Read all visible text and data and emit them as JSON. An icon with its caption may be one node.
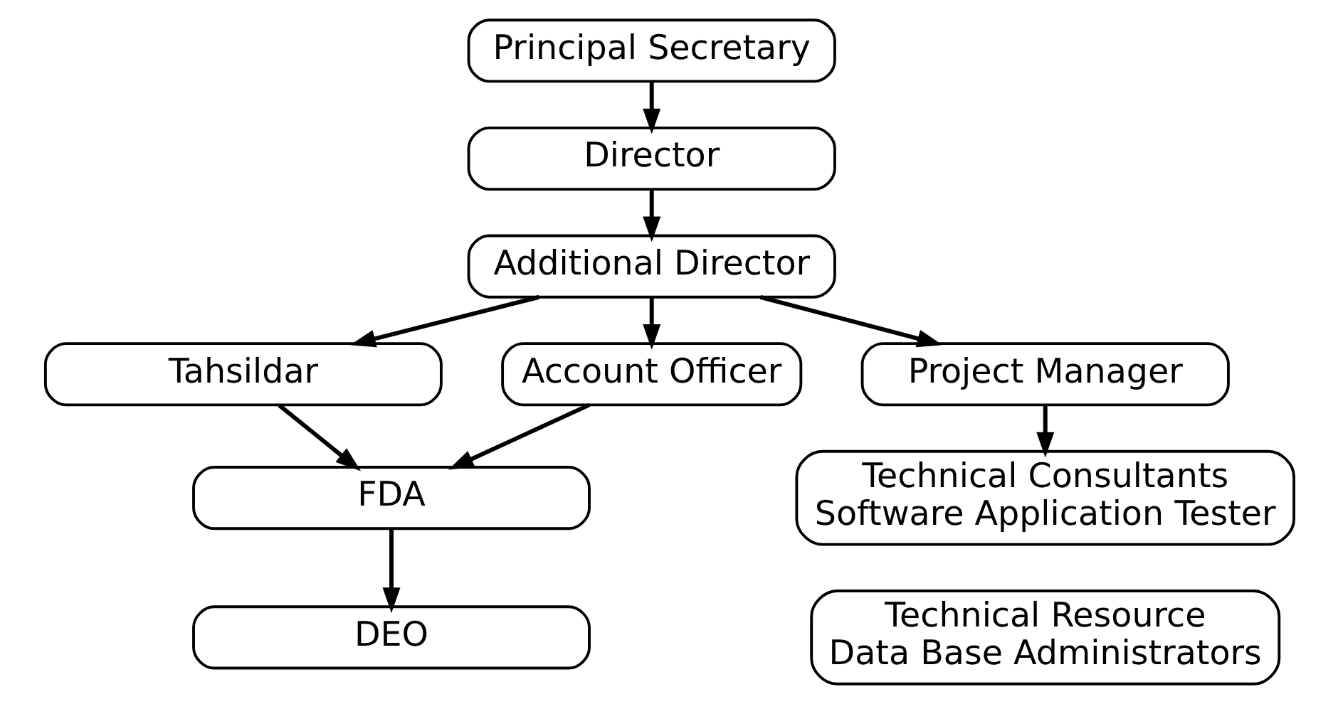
{
  "diagram": {
    "nodes": [
      {
        "text": [
          "Principal Secretary"
        ]
      },
      {
        "text": [
          "Director"
        ]
      },
      {
        "text": [
          "Additional Director"
        ]
      },
      {
        "text": [
          "Tahsildar"
        ]
      },
      {
        "text": [
          "Account Officer"
        ]
      },
      {
        "text": [
          "Project Manager"
        ]
      },
      {
        "text": [
          "FDA"
        ]
      },
      {
        "text": [
          "Technical Consultants",
          "Software Application Tester"
        ]
      },
      {
        "text": [
          "DEO"
        ]
      },
      {
        "text": [
          "Technical Resource",
          "Data Base Administrators"
        ]
      }
    ],
    "edges": [
      {
        "from": 0,
        "to": 1,
        "arrow": "to"
      },
      {
        "from": 1,
        "to": 2,
        "arrow": "to"
      },
      {
        "from": 2,
        "to": 3,
        "arrow": "to"
      },
      {
        "from": 2,
        "to": 4,
        "arrow": "to"
      },
      {
        "from": 2,
        "to": 5,
        "arrow": "to"
      },
      {
        "from": 3,
        "to": 6,
        "arrow": "to"
      },
      {
        "from": 4,
        "to": 6,
        "arrow": "to"
      },
      {
        "from": 5,
        "to": 7,
        "arrow": "to"
      },
      {
        "from": 6,
        "to": 8,
        "arrow": "to"
      }
    ]
  }
}
